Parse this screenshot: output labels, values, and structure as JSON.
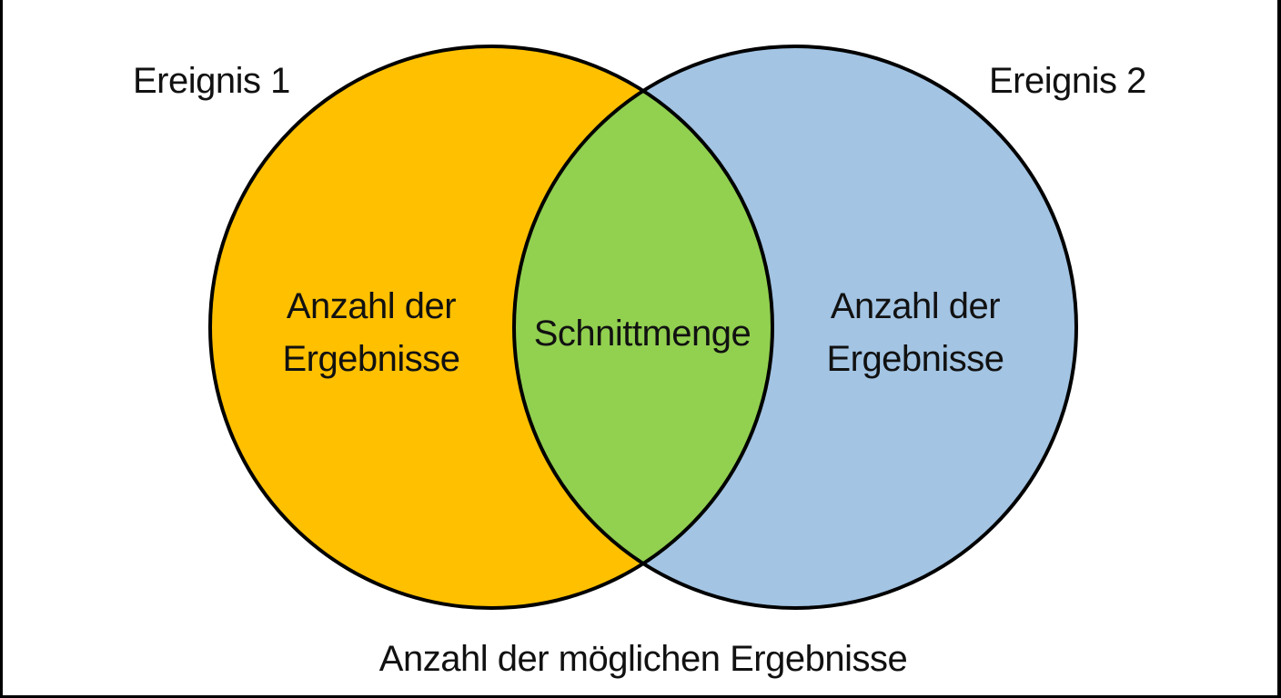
{
  "diagram": {
    "type": "venn",
    "sets": [
      {
        "id": "event1",
        "title": "Ereignis 1",
        "region_label_line1": "Anzahl der",
        "region_label_line2": "Ergebnisse",
        "fill": "#FFC000"
      },
      {
        "id": "event2",
        "title": "Ereignis 2",
        "region_label_line1": "Anzahl der",
        "region_label_line2": "Ergebnisse",
        "fill": "#A3C4E3"
      }
    ],
    "intersection": {
      "label": "Schnittmenge",
      "fill": "#92D050"
    },
    "universe_label": "Anzahl der möglichen Ergebnisse",
    "outline_color": "#000000",
    "background": "#FFFFFF"
  }
}
